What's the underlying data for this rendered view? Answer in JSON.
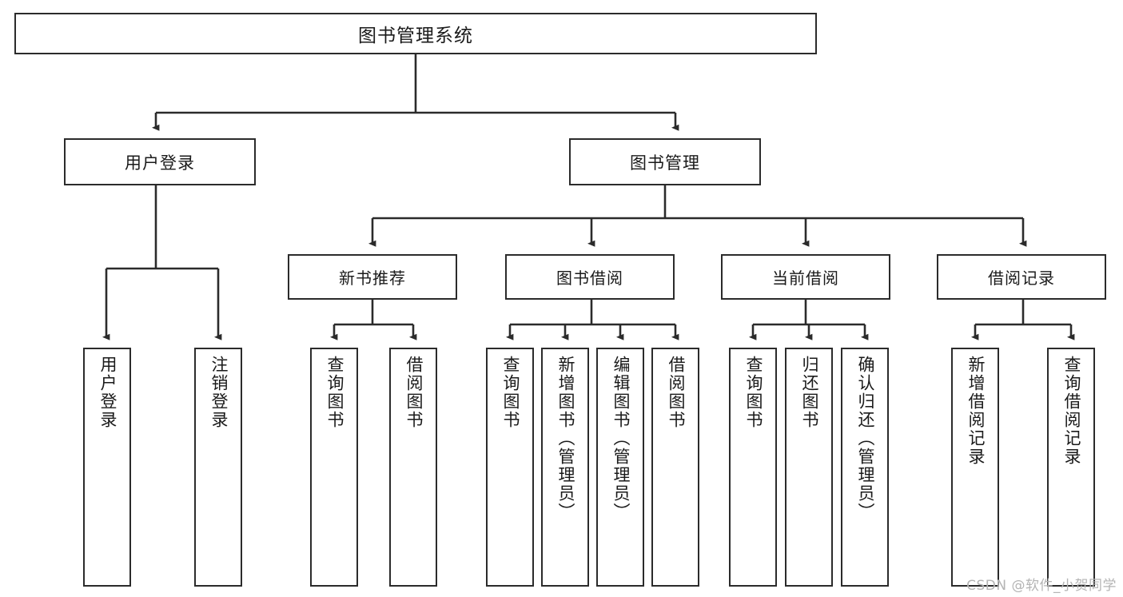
{
  "diagram": {
    "title": "图书管理系统",
    "type": "tree-hierarchy-chart",
    "watermark": "CSDN @软件_小贺同学",
    "stroke_color": "#2b2b2b",
    "background_color": "#ffffff",
    "nodes": {
      "root": {
        "label": "图书管理系统"
      },
      "level2": [
        {
          "id": "user-login",
          "label": "用户登录"
        },
        {
          "id": "book-manage",
          "label": "图书管理"
        }
      ],
      "level3": [
        {
          "id": "new-book-recommend",
          "label": "新书推荐"
        },
        {
          "id": "book-borrow",
          "label": "图书借阅"
        },
        {
          "id": "current-borrow",
          "label": "当前借阅"
        },
        {
          "id": "borrow-record",
          "label": "借阅记录"
        }
      ],
      "leaves": [
        {
          "id": "leaf-user-login",
          "label": "用户登录",
          "parent": "user-login"
        },
        {
          "id": "leaf-logout-login",
          "label": "注销登录",
          "parent": "user-login"
        },
        {
          "id": "leaf-query-book-1",
          "label": "查询图书",
          "parent": "new-book-recommend"
        },
        {
          "id": "leaf-borrow-book-1",
          "label": "借阅图书",
          "parent": "new-book-recommend"
        },
        {
          "id": "leaf-query-book-2",
          "label": "查询图书",
          "parent": "book-borrow"
        },
        {
          "id": "leaf-add-book",
          "label": "新增图书（管理员）",
          "parent": "book-borrow"
        },
        {
          "id": "leaf-edit-book",
          "label": "编辑图书（管理员）",
          "parent": "book-borrow"
        },
        {
          "id": "leaf-borrow-book-2",
          "label": "借阅图书",
          "parent": "book-borrow"
        },
        {
          "id": "leaf-query-book-3",
          "label": "查询图书",
          "parent": "current-borrow"
        },
        {
          "id": "leaf-return-book",
          "label": "归还图书",
          "parent": "current-borrow"
        },
        {
          "id": "leaf-confirm-return",
          "label": "确认归还（管理员）",
          "parent": "current-borrow"
        },
        {
          "id": "leaf-add-record",
          "label": "新增借阅记录",
          "parent": "borrow-record"
        },
        {
          "id": "leaf-query-record",
          "label": "查询借阅记录",
          "parent": "borrow-record"
        }
      ]
    }
  }
}
